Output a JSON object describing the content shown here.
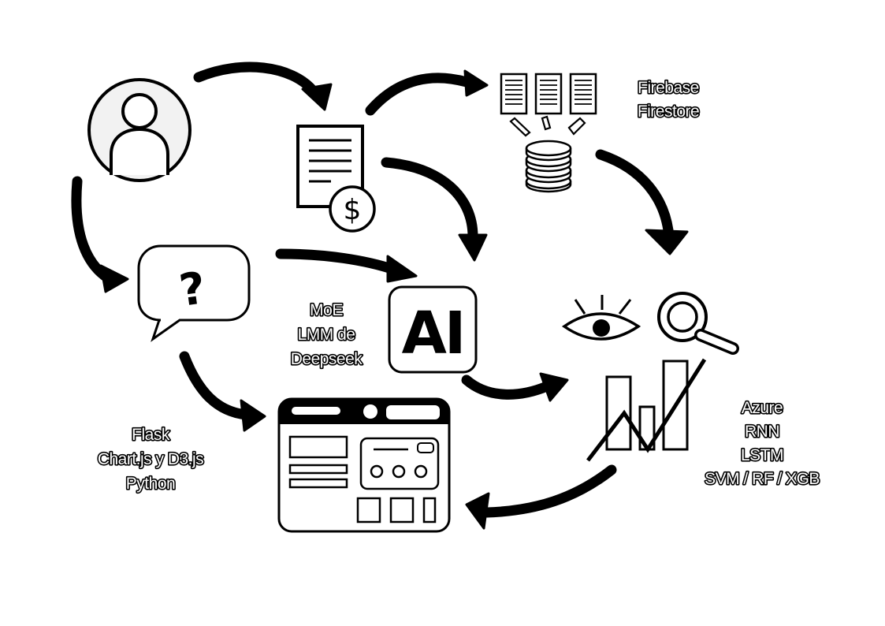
{
  "labels": {
    "firebase": [
      "Firebase",
      "Firestore"
    ],
    "moe": [
      "MoE",
      "LMM de",
      "Deepseek"
    ],
    "flask": [
      "Flask",
      "Chart.js y D3.js",
      "Python"
    ],
    "azure": [
      "Azure",
      "RNN",
      "LSTM",
      "SVM / RF / XGB"
    ]
  },
  "icons": {
    "user": "user-avatar-icon",
    "invoice": "invoice-dollar-icon",
    "documents_database": "documents-database-icon",
    "question": "question-speech-bubble-icon",
    "ai": "ai-icon",
    "eye": "eye-icon",
    "magnifier": "magnifier-icon",
    "chart": "bar-chart-icon",
    "dashboard": "dashboard-window-icon"
  },
  "ai_glyph": "AI",
  "question_glyph": "?",
  "dollar_glyph": "$",
  "colors": {
    "stroke": "#000000",
    "background": "#ffffff"
  }
}
